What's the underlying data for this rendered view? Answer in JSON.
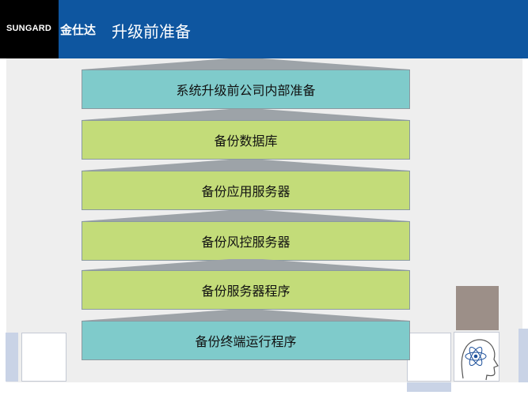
{
  "header": {
    "brand_en": "SUNGARD",
    "brand_cn": "金仕达",
    "title": "升级前准备"
  },
  "diagram": {
    "steps": [
      {
        "label": "系统升级前公司内部准备",
        "color": "#7fcbcb"
      },
      {
        "label": "备份数据库",
        "color": "#c3dc79"
      },
      {
        "label": "备份应用服务器",
        "color": "#c3dc79"
      },
      {
        "label": "备份风控服务器",
        "color": "#c3dc79"
      },
      {
        "label": "备份服务器程序",
        "color": "#c3dc79"
      },
      {
        "label": "备份终端运行程序",
        "color": "#7fcbcb"
      }
    ]
  },
  "colors": {
    "header_bg": "#0e56a0",
    "logo_bg": "#000000",
    "panel_bg": "#eeeeee",
    "connector": "#9da3a8"
  },
  "icons": [
    "atom-head-icon"
  ]
}
